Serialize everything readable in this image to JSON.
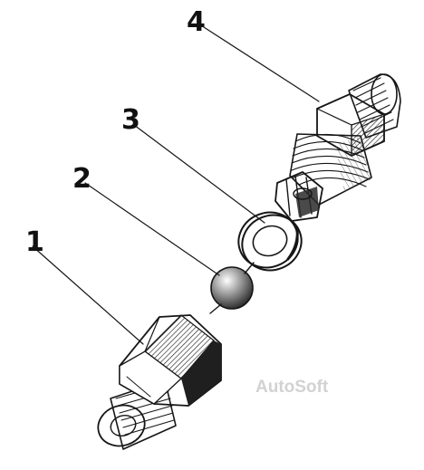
{
  "diagram": {
    "parts": [
      {
        "number": "1",
        "part": "hex-fitting"
      },
      {
        "number": "2",
        "part": "check-ball"
      },
      {
        "number": "3",
        "part": "sealing-washer"
      },
      {
        "number": "4",
        "part": "valve-body"
      }
    ],
    "watermark": "AutoSoft",
    "colors": {
      "ink": "#161616",
      "paper": "#ffffff",
      "watermark": "#d2d2d2"
    }
  }
}
